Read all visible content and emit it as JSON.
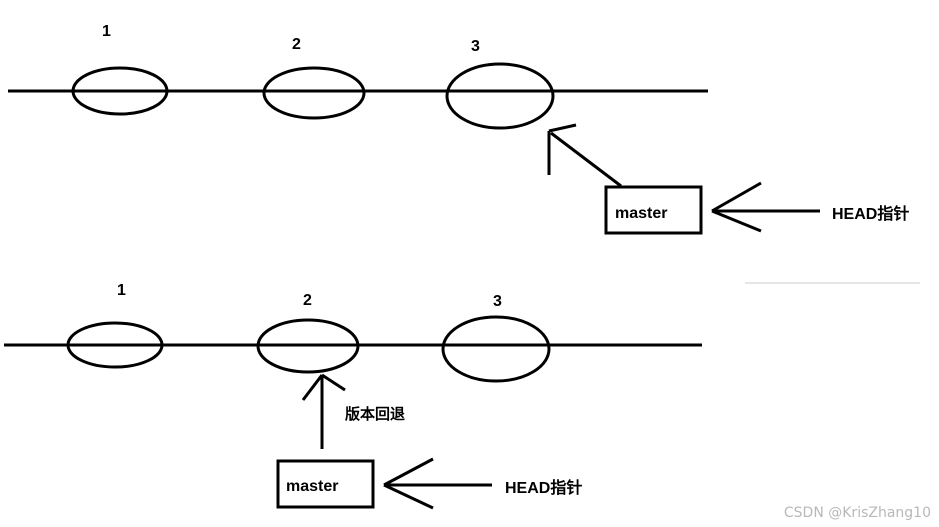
{
  "top": {
    "commits": [
      "1",
      "2",
      "3"
    ],
    "branch_label": "master",
    "head_label": "HEAD指针"
  },
  "bottom": {
    "commits": [
      "1",
      "2",
      "3"
    ],
    "branch_label": "master",
    "head_label": "HEAD指针",
    "reset_label": "版本回退"
  },
  "watermark": "CSDN @KrisZhang10"
}
